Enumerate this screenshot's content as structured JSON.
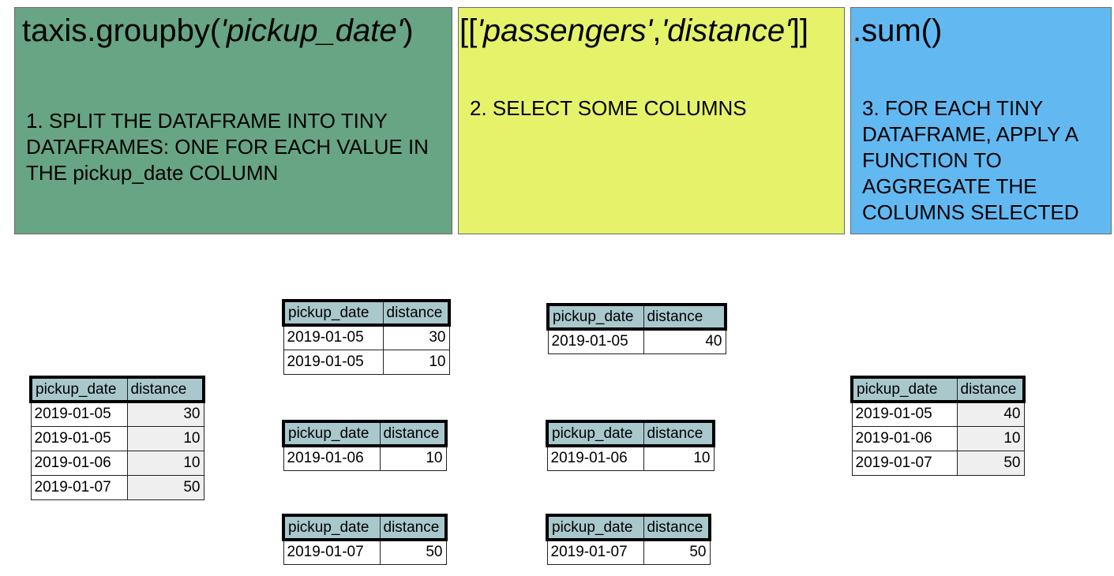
{
  "code": {
    "groupby_prefix": "taxis.groupby(",
    "groupby_arg": "'pickup_date'",
    "groupby_suffix": ")",
    "select_open": "[[",
    "select_col1": "'passengers'",
    "select_comma": ",",
    "select_col2": "'distance'",
    "select_close": "]]",
    "agg": ".sum()"
  },
  "steps": {
    "split": "1. SPLIT THE DATAFRAME INTO TINY DATAFRAMES: ONE FOR EACH VALUE IN THE pickup_date COLUMN",
    "select": "2. SELECT SOME COLUMNS",
    "aggregate": "3. FOR EACH TINY DATAFRAME, APPLY A FUNCTION TO AGGREGATE THE COLUMNS SELECTED"
  },
  "colors": {
    "split_panel": "#67a584",
    "select_panel": "#e6f26a",
    "aggregate_panel": "#62b9f2",
    "table_header": "#a9c8cc"
  },
  "tables": {
    "input": {
      "headers": [
        "pickup_date",
        "distance"
      ],
      "rows": [
        [
          "2019-01-05",
          "30"
        ],
        [
          "2019-01-05",
          "10"
        ],
        [
          "2019-01-06",
          "10"
        ],
        [
          "2019-01-07",
          "50"
        ]
      ]
    },
    "group_0105": {
      "headers": [
        "pickup_date",
        "distance"
      ],
      "rows": [
        [
          "2019-01-05",
          "30"
        ],
        [
          "2019-01-05",
          "10"
        ]
      ]
    },
    "group_0106": {
      "headers": [
        "pickup_date",
        "distance"
      ],
      "rows": [
        [
          "2019-01-06",
          "10"
        ]
      ]
    },
    "group_0107": {
      "headers": [
        "pickup_date",
        "distance"
      ],
      "rows": [
        [
          "2019-01-07",
          "50"
        ]
      ]
    },
    "sum_0105": {
      "headers": [
        "pickup_date",
        "distance"
      ],
      "rows": [
        [
          "2019-01-05",
          "40"
        ]
      ]
    },
    "sum_0106": {
      "headers": [
        "pickup_date",
        "distance"
      ],
      "rows": [
        [
          "2019-01-06",
          "10"
        ]
      ]
    },
    "sum_0107": {
      "headers": [
        "pickup_date",
        "distance"
      ],
      "rows": [
        [
          "2019-01-07",
          "50"
        ]
      ]
    },
    "result": {
      "headers": [
        "pickup_date",
        "distance"
      ],
      "rows": [
        [
          "2019-01-05",
          "40"
        ],
        [
          "2019-01-06",
          "10"
        ],
        [
          "2019-01-07",
          "50"
        ]
      ]
    }
  }
}
